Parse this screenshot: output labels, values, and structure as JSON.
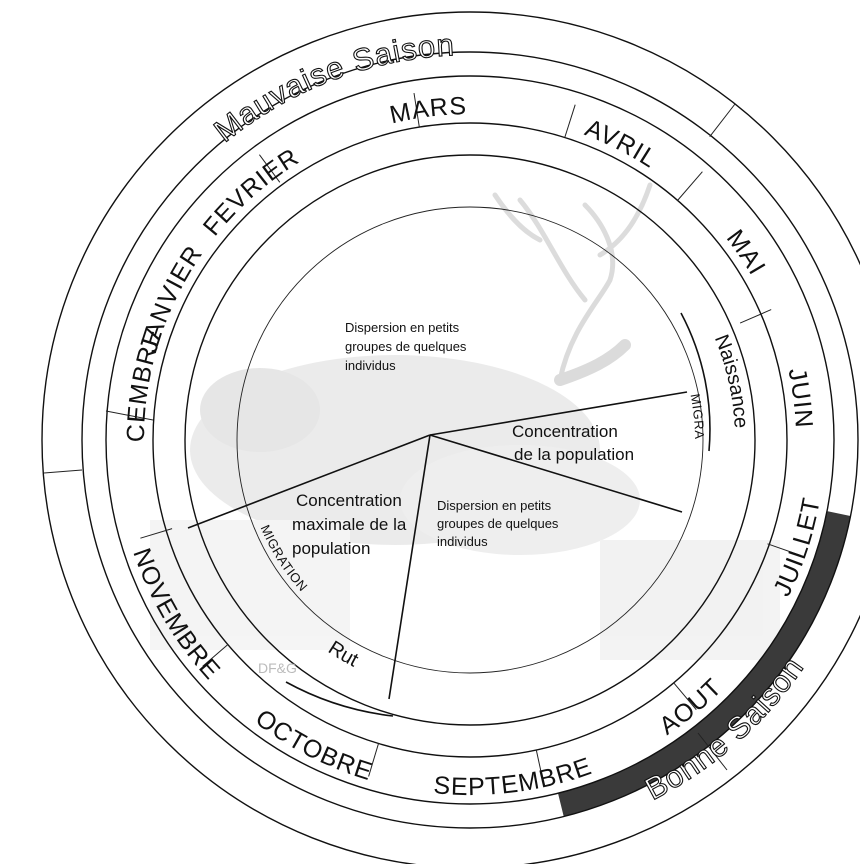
{
  "seasons": {
    "bad": "Mauvaise Saison",
    "good": "Bonne Saison"
  },
  "months": [
    "JANVIER",
    "FEVRIER",
    "MARS",
    "AVRIL",
    "MAI",
    "JUIN",
    "JUILLET",
    "AOUT",
    "SEPTEMBRE",
    "OCTOBRE",
    "NOVEMBRE",
    "DECEMBRE"
  ],
  "events": {
    "birth": "Naissance",
    "rut": "Rut"
  },
  "phases": {
    "dispersion_top": [
      "Dispersion en petits",
      "groupes de quelques",
      "individus"
    ],
    "concentration": [
      "Concentration",
      "de la population"
    ],
    "dispersion_bottom": [
      "Dispersion en petits",
      "groupes de quelques",
      "individus"
    ],
    "concentration_max": [
      "Concentration",
      "maximale de la",
      "population"
    ]
  },
  "migration": {
    "spring": "MIGRATION",
    "autumn": "MIGRATION"
  },
  "watermark": "DF&G",
  "colors": {
    "ink": "#111111",
    "dark_band": "#3a3a3a",
    "background": "#ffffff"
  }
}
